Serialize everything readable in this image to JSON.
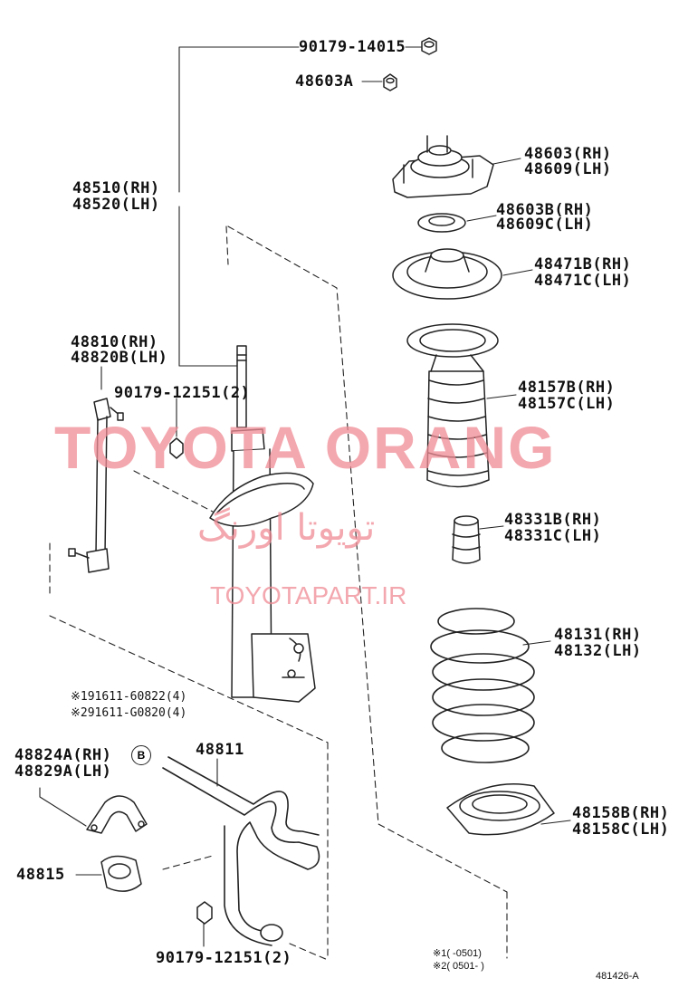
{
  "colors": {
    "line": "#222222",
    "watermark": "#f08a94",
    "background": "#ffffff"
  },
  "parts": [
    {
      "id": "p1",
      "text": "90179-14015"
    },
    {
      "id": "p2",
      "text": "48603A"
    },
    {
      "id": "p3a",
      "text": "48510(RH)"
    },
    {
      "id": "p3b",
      "text": "48520(LH)"
    },
    {
      "id": "p4a",
      "text": "48603(RH)"
    },
    {
      "id": "p4b",
      "text": "48609(LH)"
    },
    {
      "id": "p5a",
      "text": "48603B(RH)"
    },
    {
      "id": "p5b",
      "text": "48609C(LH)"
    },
    {
      "id": "p6a",
      "text": "48471B(RH)"
    },
    {
      "id": "p6b",
      "text": "48471C(LH)"
    },
    {
      "id": "p7a",
      "text": "48810(RH)"
    },
    {
      "id": "p7b",
      "text": "48820B(LH)"
    },
    {
      "id": "p8",
      "text": "90179-12151(2)"
    },
    {
      "id": "p9a",
      "text": "48157B(RH)"
    },
    {
      "id": "p9b",
      "text": "48157C(LH)"
    },
    {
      "id": "p10a",
      "text": "48331B(RH)"
    },
    {
      "id": "p10b",
      "text": "48331C(LH)"
    },
    {
      "id": "p11a",
      "text": "48131(RH)"
    },
    {
      "id": "p11b",
      "text": "48132(LH)"
    },
    {
      "id": "p12a",
      "text": "48824A(RH)"
    },
    {
      "id": "p12b",
      "text": "48829A(LH)"
    },
    {
      "id": "p13",
      "text": "48811"
    },
    {
      "id": "p14a",
      "text": "48158B(RH)"
    },
    {
      "id": "p14b",
      "text": "48158C(LH)"
    },
    {
      "id": "p15",
      "text": "48815"
    },
    {
      "id": "p16",
      "text": "90179-12151(2)"
    }
  ],
  "notes": {
    "bolt1": "※191611-60822(4)",
    "bolt2": "※291611-G0820(4)",
    "badge": "B",
    "range1": "※1(        -0501)",
    "range2": "※2( 0501-        )",
    "figure_code": "481426-A"
  },
  "watermark": {
    "brand": "TOYOTA ORANG",
    "persian": "تویوتا اورنگ",
    "site": "TOYOTAPART.IR"
  }
}
